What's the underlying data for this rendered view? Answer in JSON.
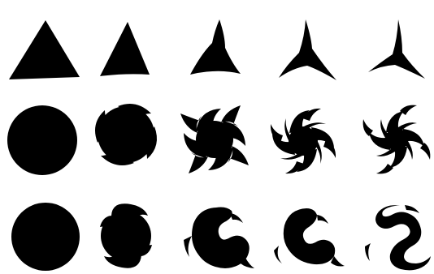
{
  "figure": {
    "background": "#ffffff",
    "fill": "#000000",
    "rows": [
      {
        "name": "triangle-morph-row",
        "items": [
          {
            "name": "triangle-shape-1"
          },
          {
            "name": "triangle-shape-2"
          },
          {
            "name": "triangle-shape-3"
          },
          {
            "name": "triangle-shape-4"
          },
          {
            "name": "triangle-shape-5"
          }
        ]
      },
      {
        "name": "circle-pinwheel-morph-row",
        "items": [
          {
            "name": "circle-shape-1"
          },
          {
            "name": "pinwheel-shape-2"
          },
          {
            "name": "pinwheel-shape-3"
          },
          {
            "name": "pinwheel-shape-4"
          },
          {
            "name": "pinwheel-shape-5"
          }
        ]
      },
      {
        "name": "circle-swirl-morph-row",
        "items": [
          {
            "name": "circle-shape-1"
          },
          {
            "name": "swirl-shape-2"
          },
          {
            "name": "swirl-shape-3"
          },
          {
            "name": "swirl-shape-4"
          },
          {
            "name": "swirl-shape-5"
          }
        ]
      }
    ]
  }
}
